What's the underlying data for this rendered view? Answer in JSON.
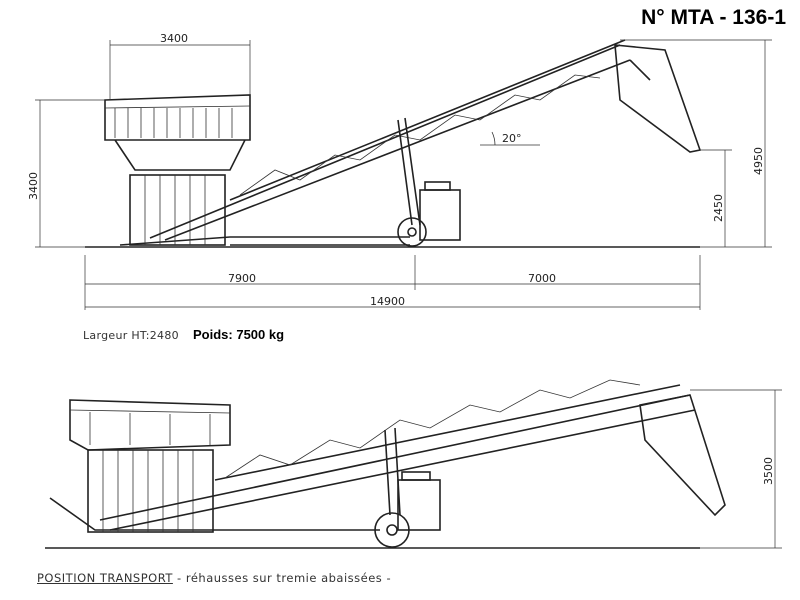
{
  "title": "N° MTA - 136-1",
  "working_view": {
    "dimensions": {
      "hopper_width": "3400",
      "hopper_height": "3400",
      "rear_length": "7900",
      "front_length": "7000",
      "total_length": "14900",
      "total_height": "4950",
      "axle_height": "2450",
      "angle": "20°"
    },
    "largeur": "Largeur HT:2480",
    "poids": "Poids: 7500 kg"
  },
  "transport_view": {
    "dimensions": {
      "height": "3500"
    },
    "caption_title": "POSITION  TRANSPORT",
    "caption_rest": " - réhausses sur tremie abaissées -"
  }
}
